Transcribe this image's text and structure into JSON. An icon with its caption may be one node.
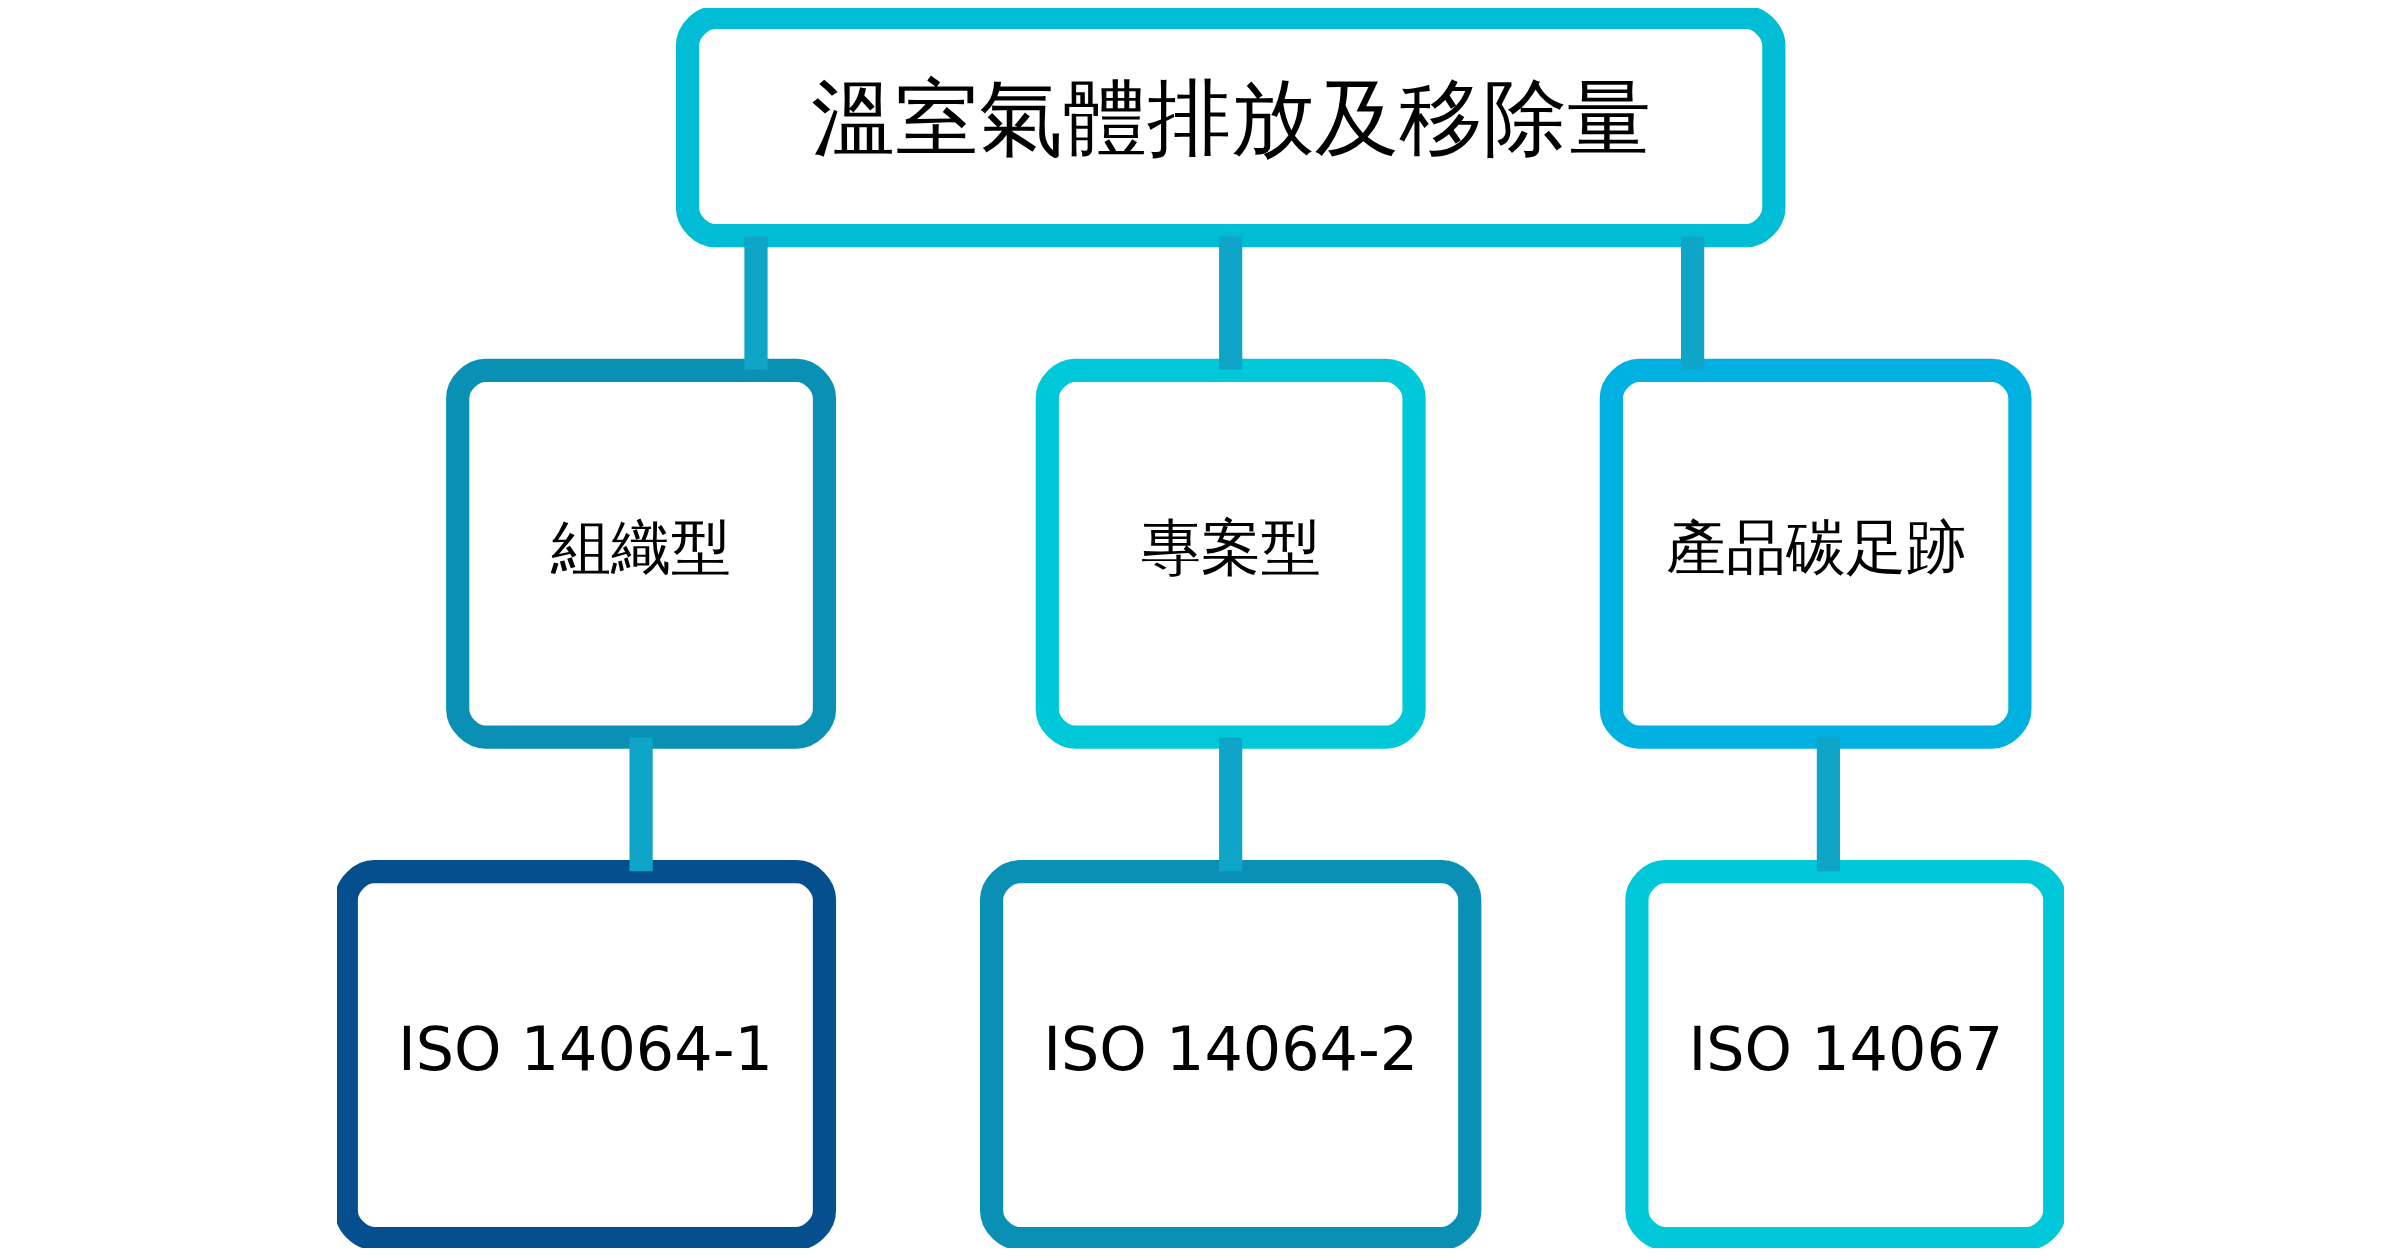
{
  "diagram": {
    "nodes": [
      {
        "text": [
          "溫室氣體排放及移除量"
        ]
      },
      {
        "text": [
          "組織型"
        ]
      },
      {
        "text": [
          "專案型"
        ]
      },
      {
        "text": [
          "產品碳足跡"
        ]
      },
      {
        "text": [
          "ISO 14064-1"
        ]
      },
      {
        "text": [
          "ISO 14064-2"
        ]
      },
      {
        "text": [
          "ISO 14067"
        ]
      }
    ],
    "edges": [
      {
        "from": 0,
        "to": 1,
        "arrow": "none"
      },
      {
        "from": 0,
        "to": 2,
        "arrow": "none"
      },
      {
        "from": 0,
        "to": 3,
        "arrow": "none"
      },
      {
        "from": 1,
        "to": 4,
        "arrow": "none"
      },
      {
        "from": 2,
        "to": 5,
        "arrow": "none"
      },
      {
        "from": 3,
        "to": 6,
        "arrow": "none"
      }
    ]
  }
}
